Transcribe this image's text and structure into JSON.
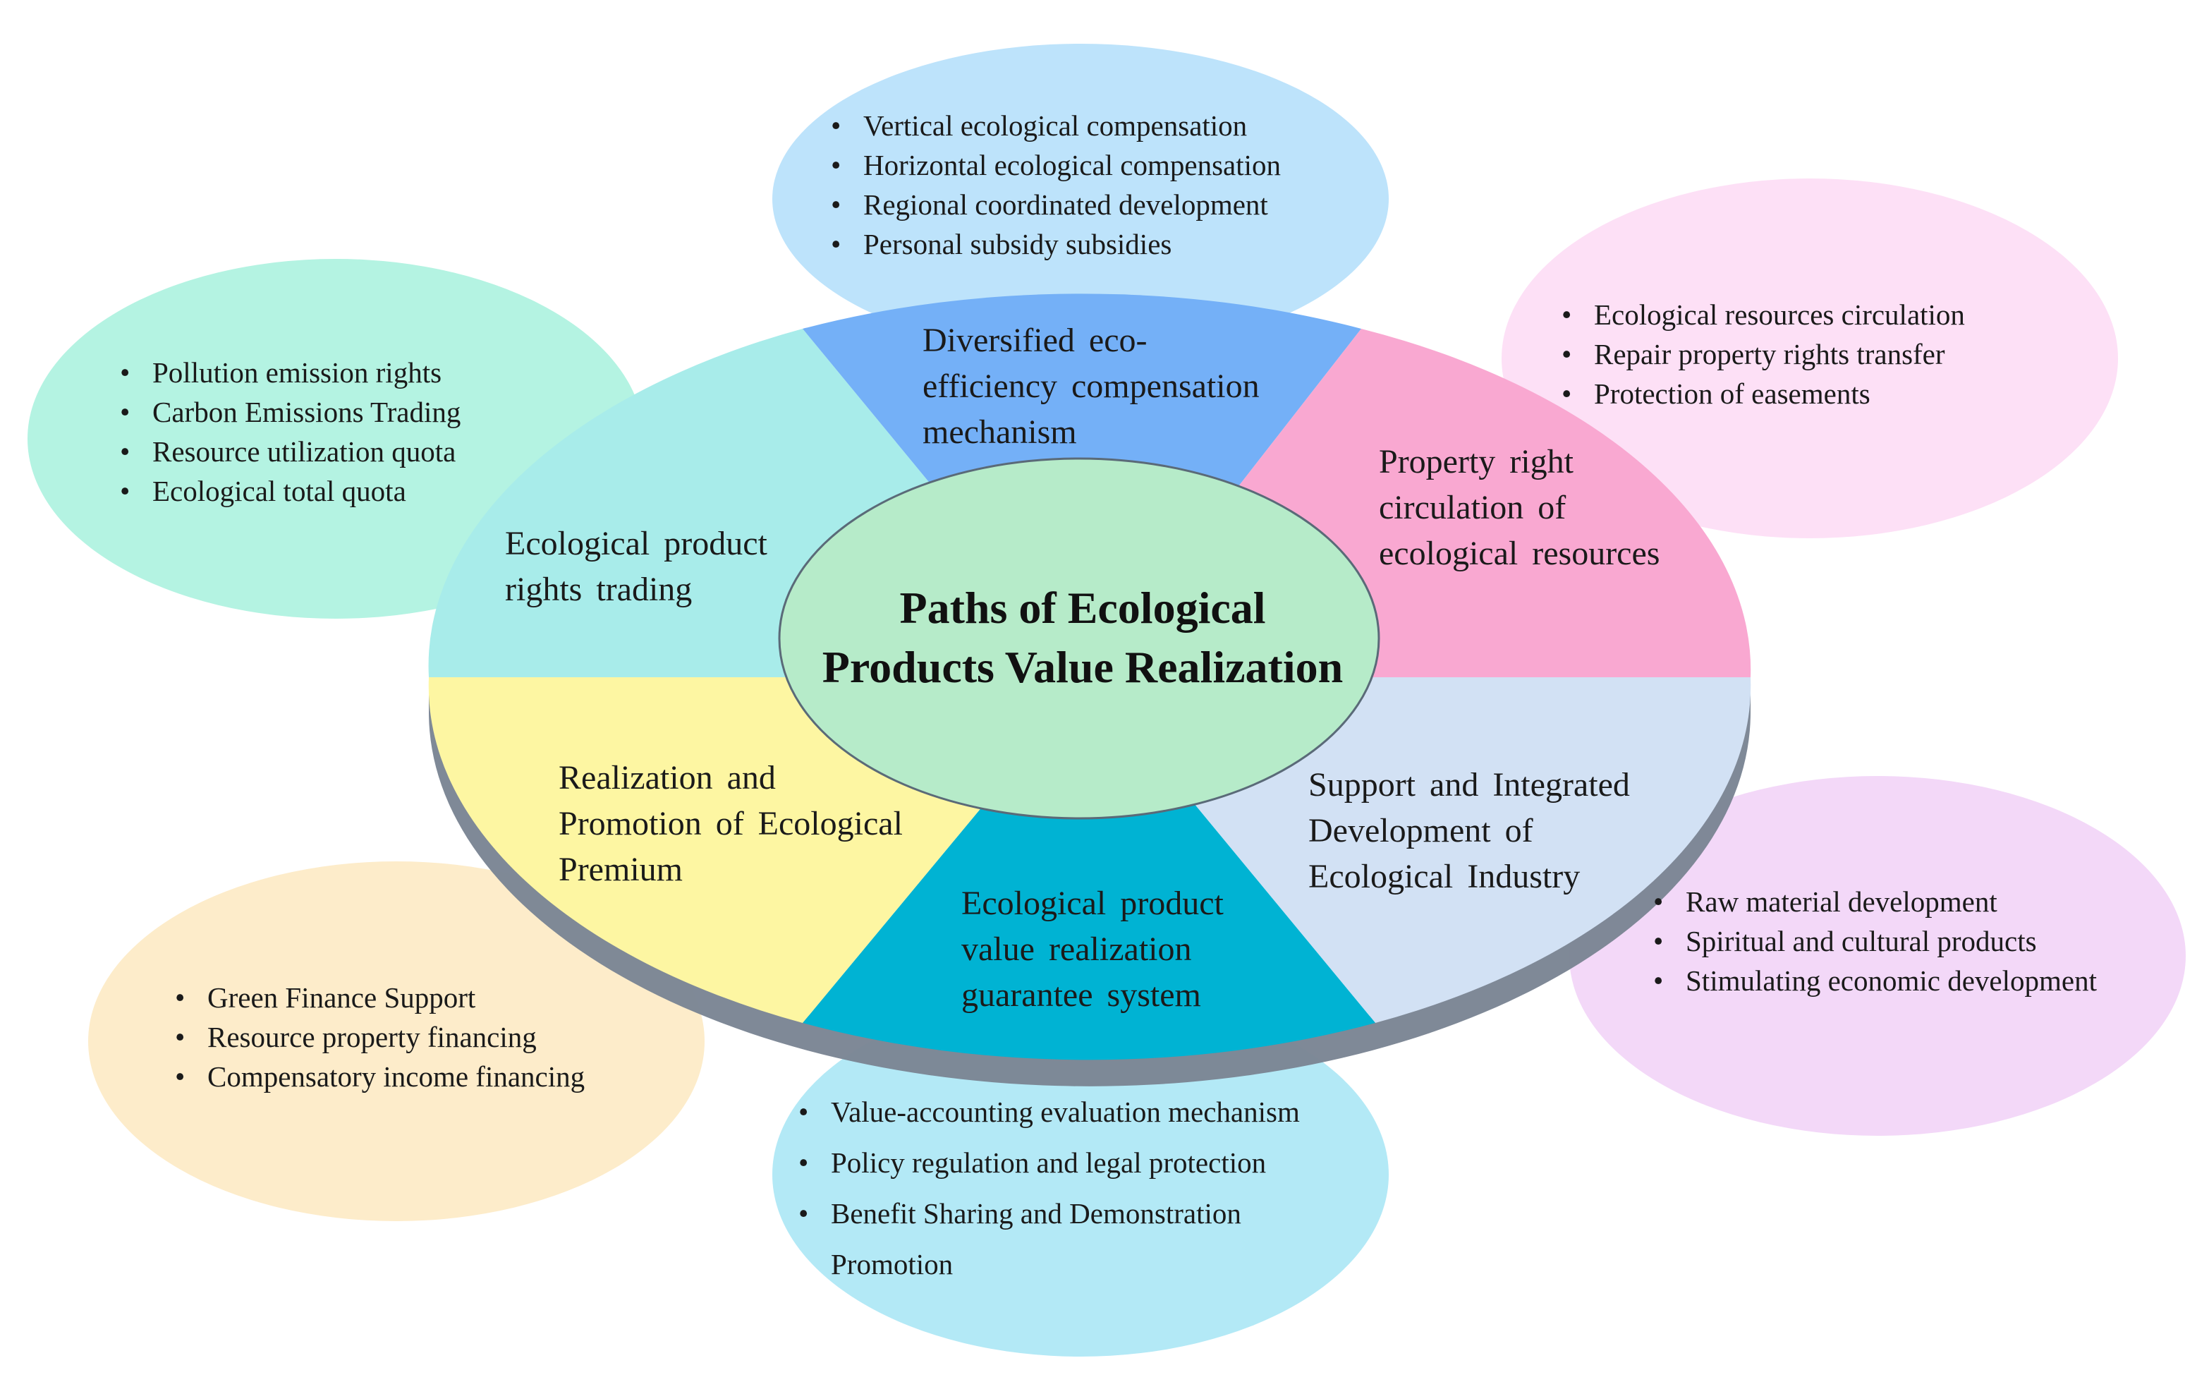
{
  "center": {
    "line1": "Paths of Ecological",
    "line2": "Products Value Realization"
  },
  "segments": {
    "top": "Diversified eco-\nefficiency compensation\nmechanism",
    "upper_right": "Property right\ncirculation of\necological resources",
    "lower_right": "Support and Integrated\nDevelopment of\nEcological Industry",
    "bottom": "Ecological product\nvalue realization\nguarantee system",
    "lower_left": "Realization and\nPromotion of Ecological\nPremium",
    "upper_left": "Ecological product\nrights trading"
  },
  "bubbles": {
    "top": [
      "Vertical ecological compensation",
      "Horizontal ecological compensation",
      "Regional coordinated development",
      "Personal subsidy subsidies"
    ],
    "upper_right": [
      "Ecological resources circulation",
      "Repair property rights transfer",
      "Protection of easements"
    ],
    "lower_right": [
      "Raw material development",
      "Spiritual and cultural products",
      "Stimulating economic development"
    ],
    "bottom": [
      "Value-accounting evaluation mechanism",
      "Policy regulation and legal protection",
      "Benefit Sharing and Demonstration Promotion"
    ],
    "lower_left": [
      "Green Finance Support",
      "Resource property financing",
      "Compensatory income financing"
    ],
    "upper_left": [
      "Pollution emission rights",
      "Carbon Emissions Trading",
      "Resource utilization quota",
      "Ecological total quota"
    ]
  },
  "colors": {
    "bubble_top": "#bde3fb",
    "bubble_upper_right": "#fde0f6",
    "bubble_lower_right": "#f3d8f8",
    "bubble_bottom": "#b3e9f6",
    "bubble_lower_left": "#fdecca",
    "bubble_upper_left": "#b4f3e2",
    "seg_top": "#74b0f7",
    "seg_upper_right": "#f9a8d1",
    "seg_lower_right": "#d2e1f4",
    "seg_bottom": "#00b3d3",
    "seg_lower_left": "#fdf6a2",
    "seg_upper_left": "#a8ecea",
    "disk_edge": "#7b8594",
    "center_fill": "#b6ebc9",
    "center_stroke": "#5a6a78"
  }
}
